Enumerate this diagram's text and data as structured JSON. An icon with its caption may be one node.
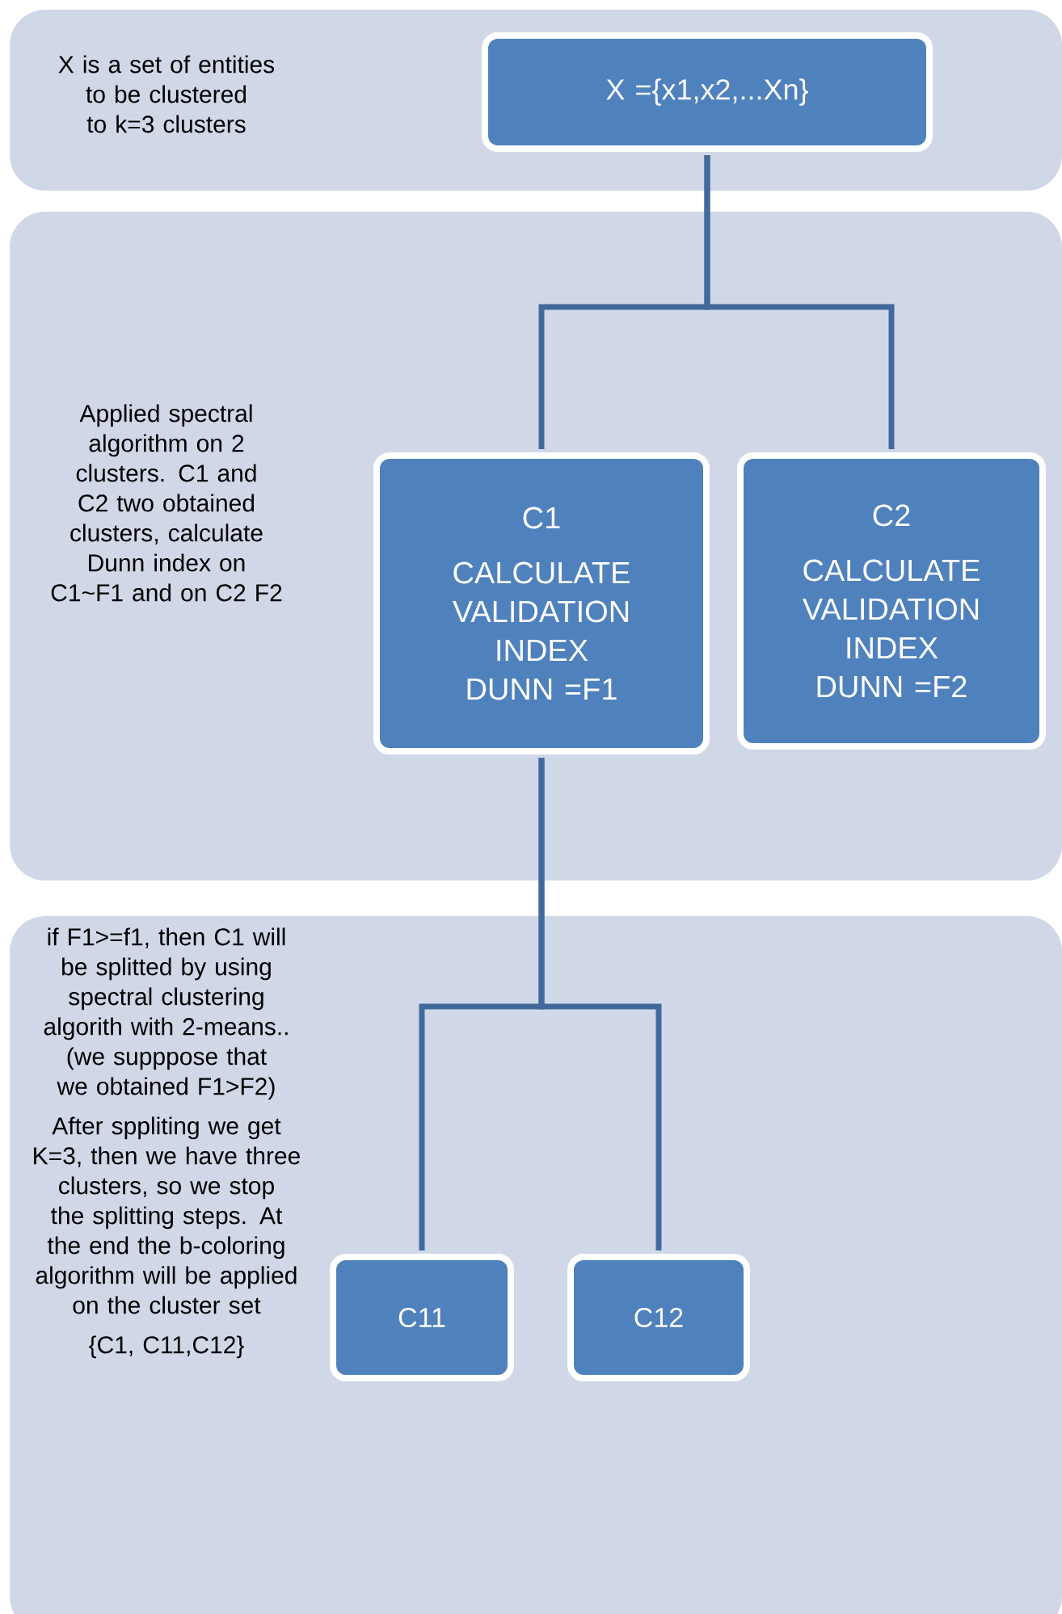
{
  "diagram": {
    "nodes": [
      {
        "text": [
          "X is a set of entities to be clustered to k=3 clusters"
        ]
      },
      {
        "text": [
          "X ={x1,x2,...Xn}"
        ],
        "in": 0
      },
      {
        "text": [
          "Applied spectral algorithm on 2 clusters. C1 and C2 two obtained clusters, calculate Dunn index on C1~F1  and on C2 F2"
        ]
      },
      {
        "text": [
          "C1",
          "CALCULATE VALIDATION INDEX DUNN =F1"
        ],
        "in": 2
      },
      {
        "text": [
          "C2",
          "CALCULATE VALIDATION INDEX DUNN =F2"
        ],
        "in": 2
      },
      {
        "text": [
          "if  F1>=f1, then C1 will be splitted by using spectral clustering algorith with 2-means.. (we supppose that we obtained F1>F2)",
          "After sppliting we get K=3, then we have three clusters, so we stop the splitting steps. At the end  the b-coloring algorithm will be applied on the cluster set",
          "{C1, C11,C12}"
        ]
      },
      {
        "text": [
          "C11"
        ],
        "in": 5
      },
      {
        "text": [
          "C12"
        ],
        "in": 5
      }
    ],
    "edges": [
      {
        "from": 1,
        "to": 3,
        "arrow": "none"
      },
      {
        "from": 1,
        "to": 4,
        "arrow": "none"
      },
      {
        "from": 3,
        "to": 6,
        "arrow": "none"
      },
      {
        "from": 3,
        "to": 7,
        "arrow": "none"
      }
    ]
  }
}
